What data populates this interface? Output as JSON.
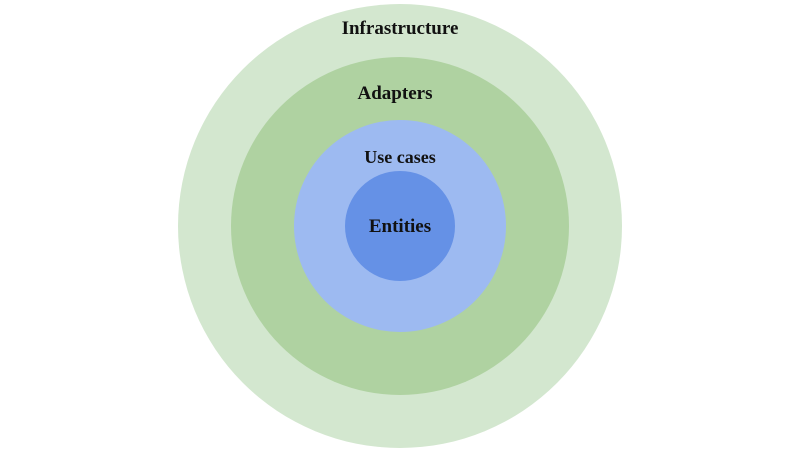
{
  "diagram": {
    "layers": [
      {
        "label": "Infrastructure",
        "color": "#d3e7cf"
      },
      {
        "label": "Adapters",
        "color": "#afd2a1"
      },
      {
        "label": "Use cases",
        "color": "#9dbaf1"
      },
      {
        "label": "Entities",
        "color": "#6591e6"
      }
    ]
  }
}
